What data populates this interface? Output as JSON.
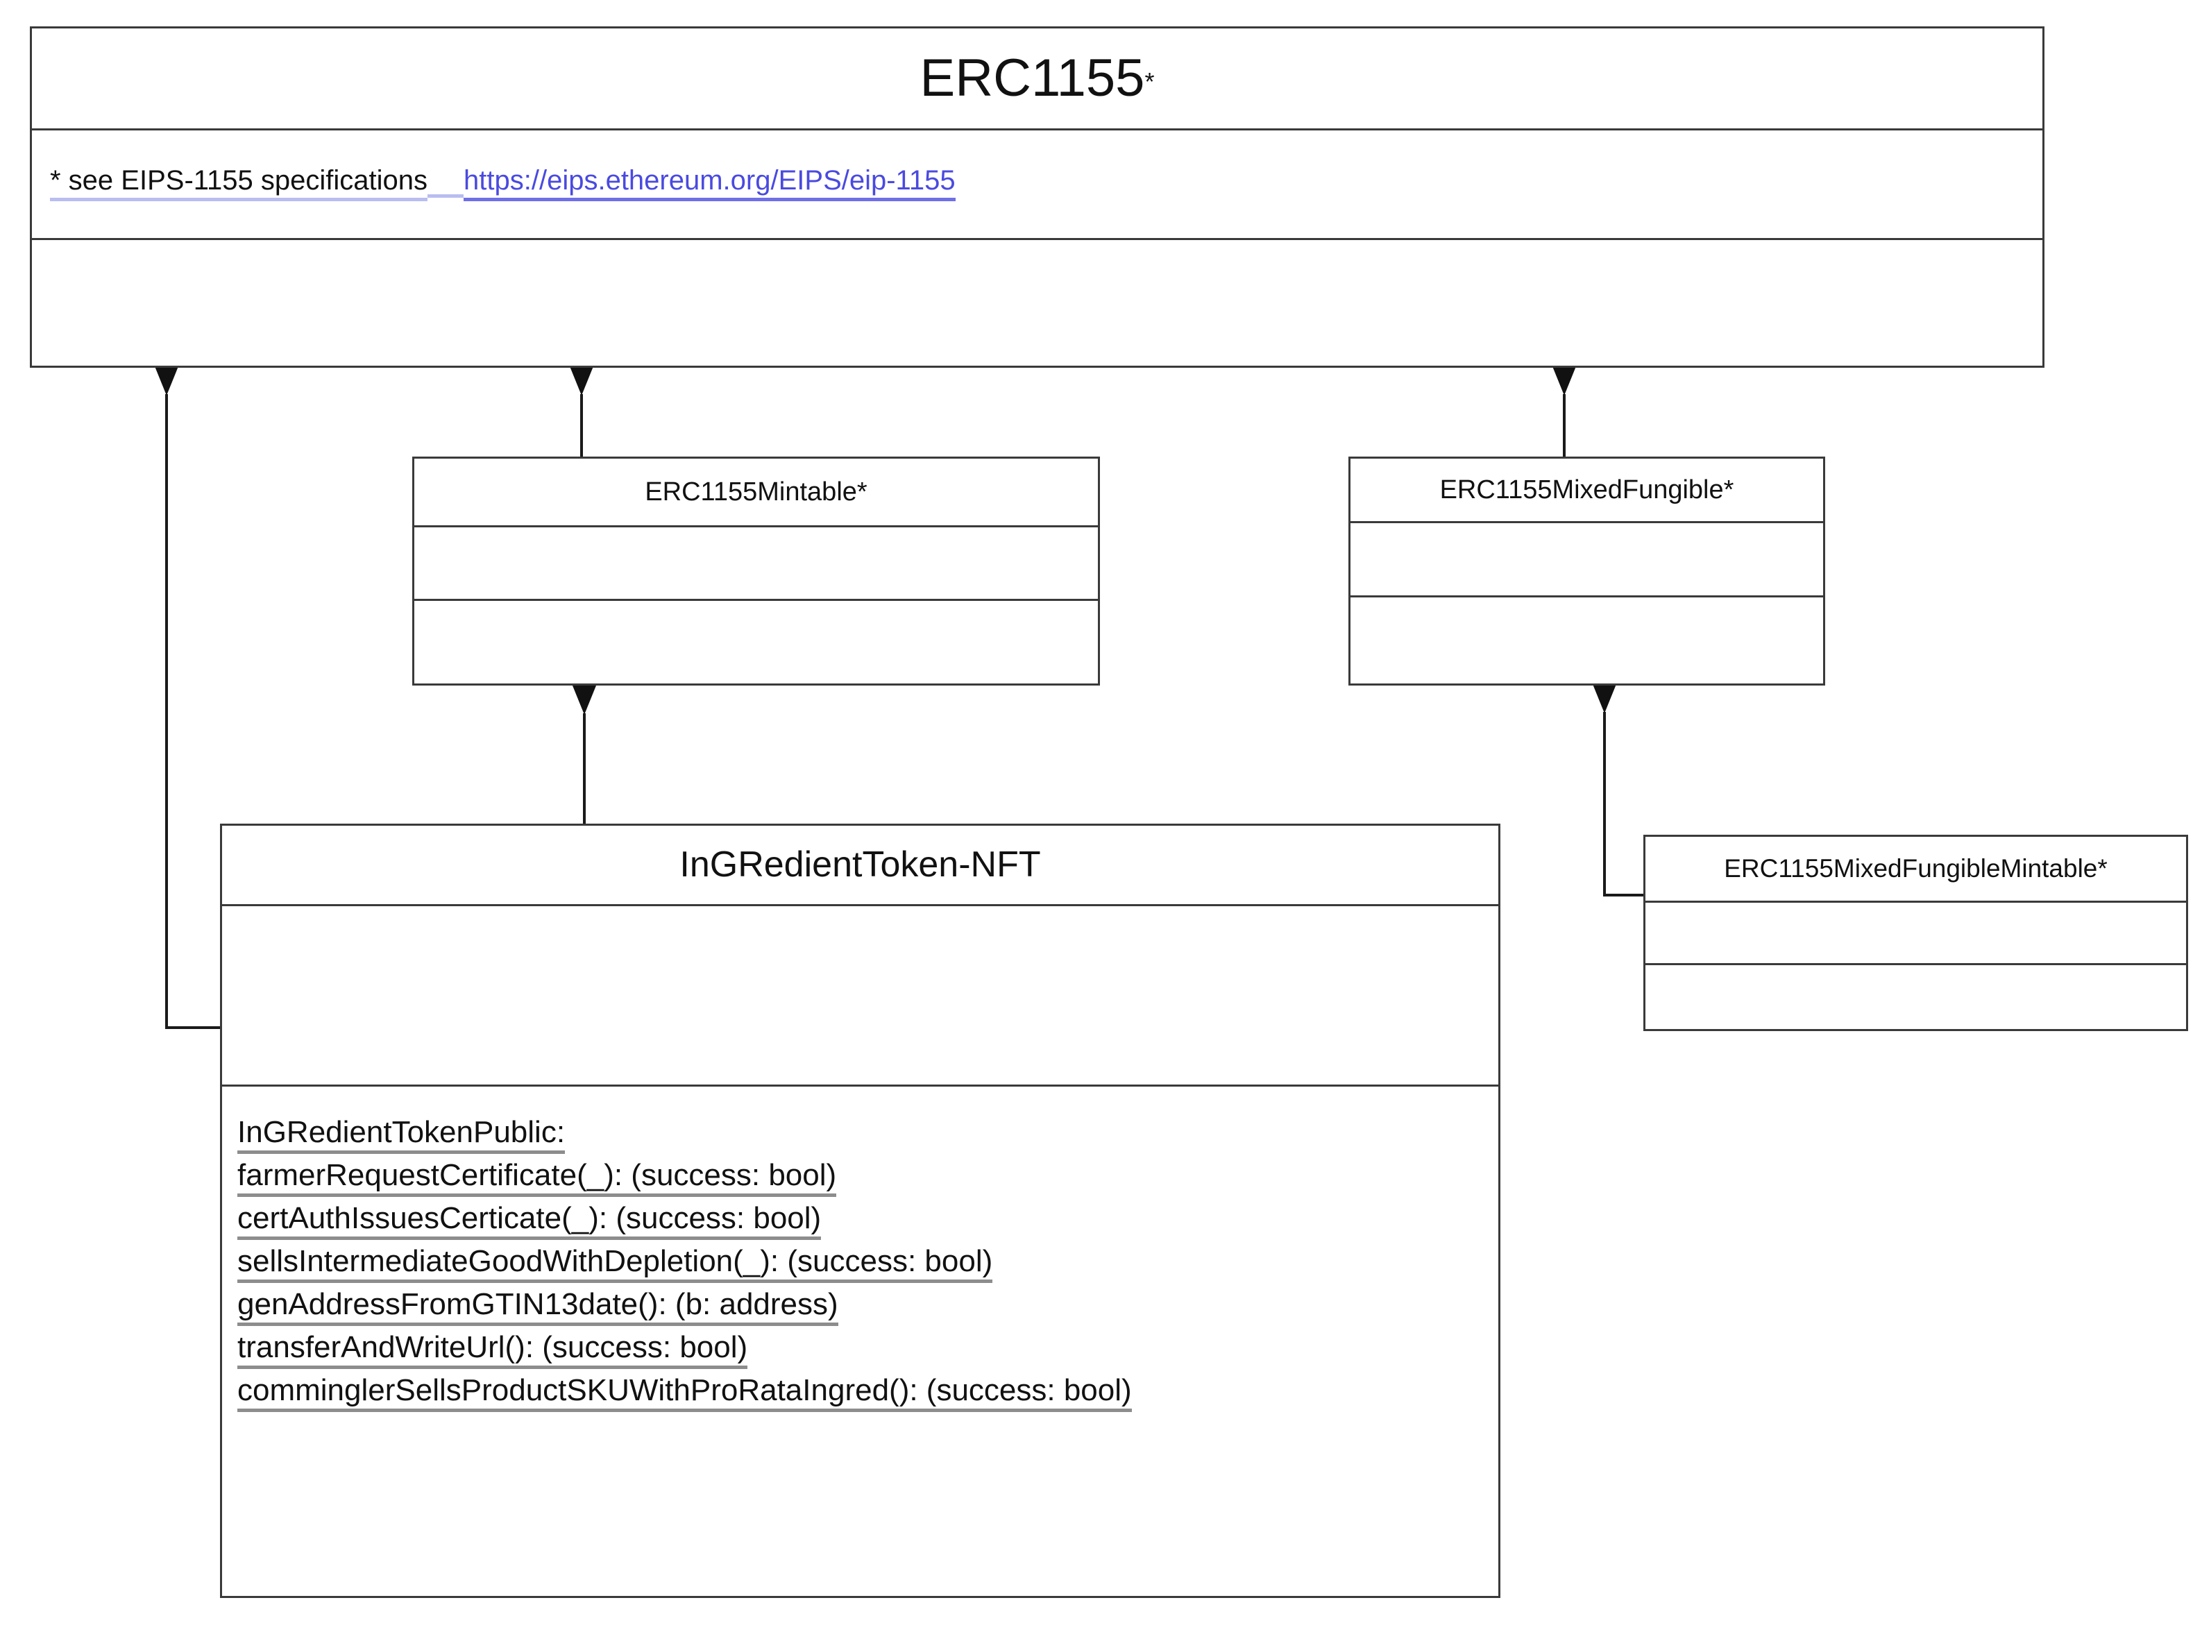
{
  "diagram": {
    "type": "uml-class-diagram",
    "title": "ERC1155 token inheritance hierarchy",
    "background_color": "#ffffff",
    "line_color": "#333333",
    "link_color": "#4a4ae0"
  },
  "classes": {
    "root": {
      "name": "ERC1155",
      "name_marker": "*",
      "note_prefix": "* see EIPS-1155 specifications",
      "note_link": "https://eips.ethereum.org/EIPS/eip-1155",
      "attributes": [],
      "operations": []
    },
    "mintable": {
      "name": "ERC1155Mintable*",
      "attributes": [],
      "operations": []
    },
    "mixed_fungible": {
      "name": "ERC1155MixedFungible*",
      "attributes": [],
      "operations": []
    },
    "mixed_fungible_mintable": {
      "name": "ERC1155MixedFungibleMintable*",
      "attributes": [],
      "operations": []
    },
    "ingredient_token": {
      "name": "InGRedientToken-NFT",
      "attributes": [],
      "operations_heading": "InGRedientTokenPublic:",
      "operations": [
        "farmerRequestCertificate(_): (success: bool)",
        "certAuthIssuesCerticate(_): (success: bool)",
        "sellsIntermediateGoodWithDepletion(_): (success: bool)",
        "genAddressFromGTIN13date(): (b: address)",
        "transferAndWriteUrl(): (success: bool)",
        "comminglerSellsProductSKUWithProRataIngred(): (success: bool)"
      ]
    }
  },
  "relationships": [
    {
      "from": "InGRedientToken-NFT",
      "to": "ERC1155",
      "kind": "generalization"
    },
    {
      "from": "ERC1155Mintable*",
      "to": "ERC1155",
      "kind": "generalization"
    },
    {
      "from": "ERC1155MixedFungible*",
      "to": "ERC1155",
      "kind": "generalization"
    },
    {
      "from": "InGRedientToken-NFT",
      "to": "ERC1155Mintable*",
      "kind": "generalization"
    },
    {
      "from": "ERC1155MixedFungibleMintable*",
      "to": "ERC1155MixedFungible*",
      "kind": "generalization"
    }
  ]
}
